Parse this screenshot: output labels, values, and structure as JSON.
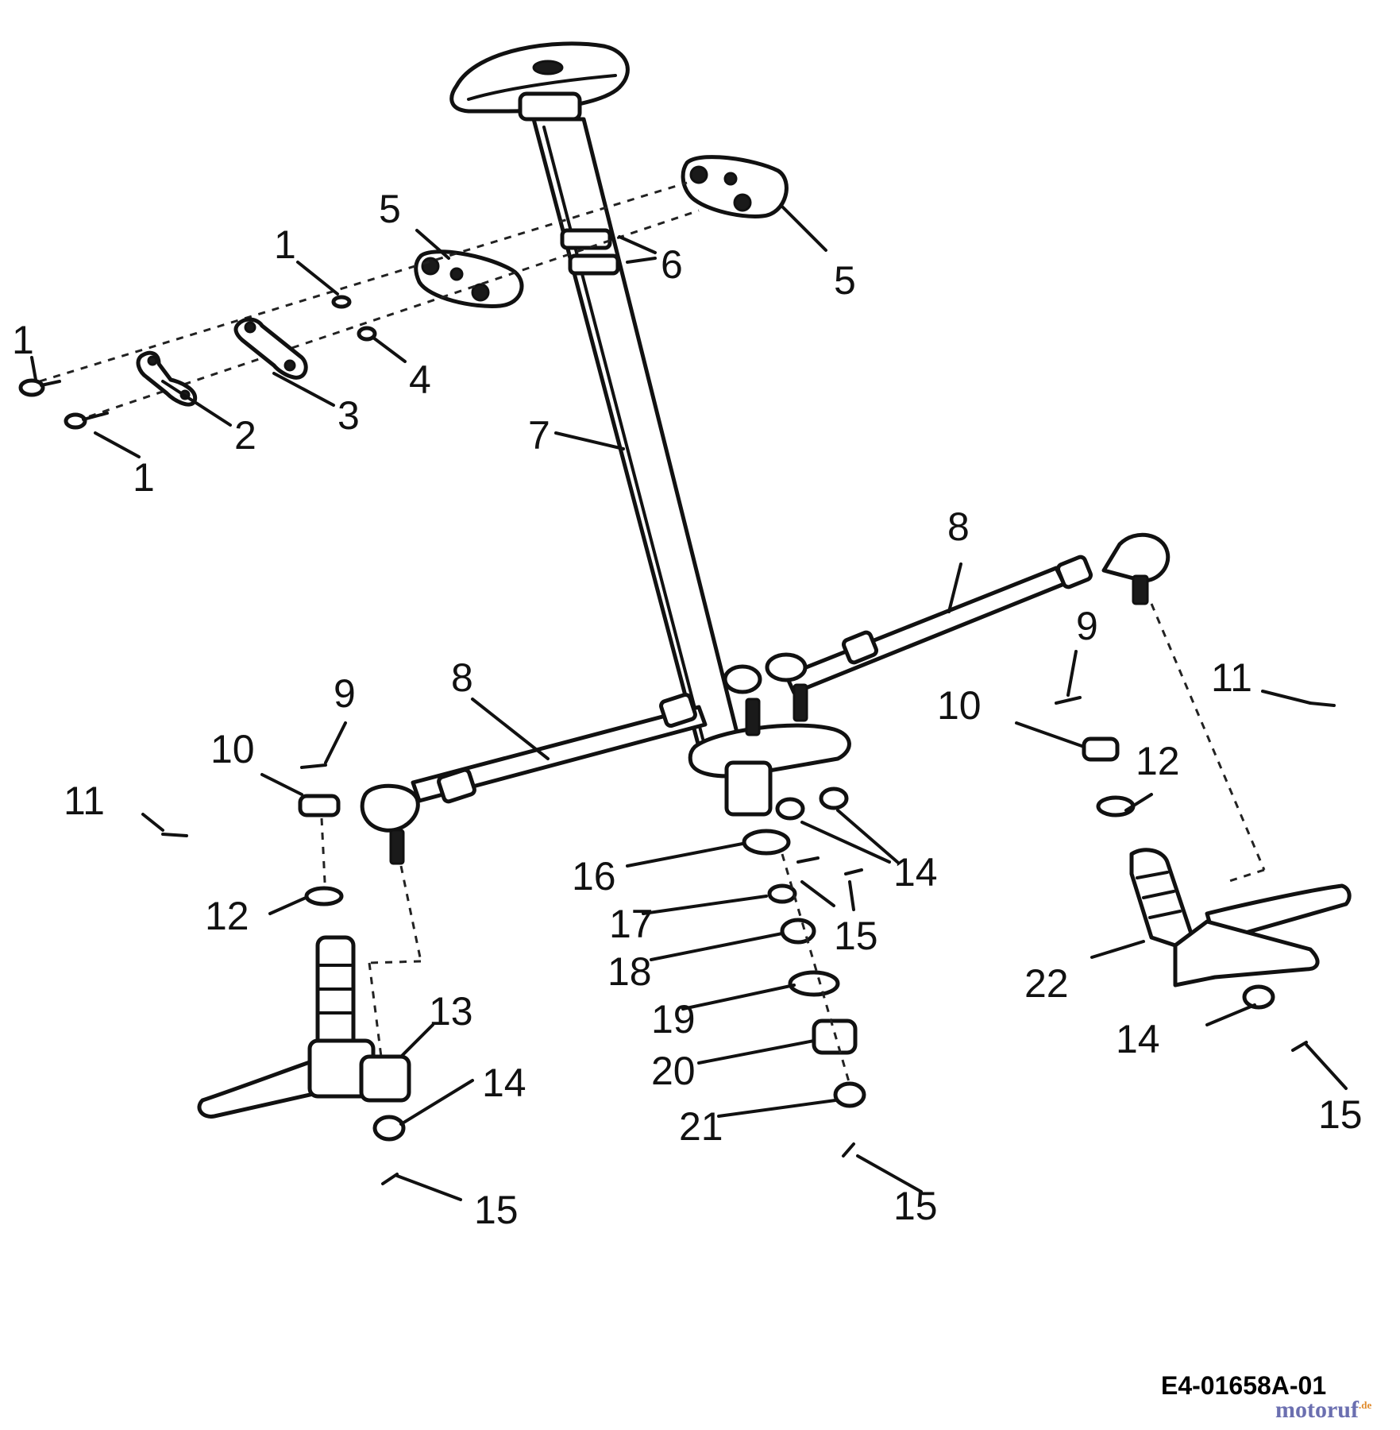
{
  "drawing_id": "E4-01658A-01",
  "watermark": {
    "brand": "motoruf",
    "tld": ".de"
  },
  "callouts": [
    "1",
    "1",
    "1",
    "2",
    "3",
    "4",
    "5",
    "5",
    "6",
    "7",
    "8",
    "8",
    "9",
    "9",
    "10",
    "10",
    "11",
    "11",
    "12",
    "12",
    "13",
    "14",
    "14",
    "14",
    "15",
    "15",
    "15",
    "15",
    "16",
    "17",
    "18",
    "19",
    "20",
    "21",
    "22"
  ]
}
